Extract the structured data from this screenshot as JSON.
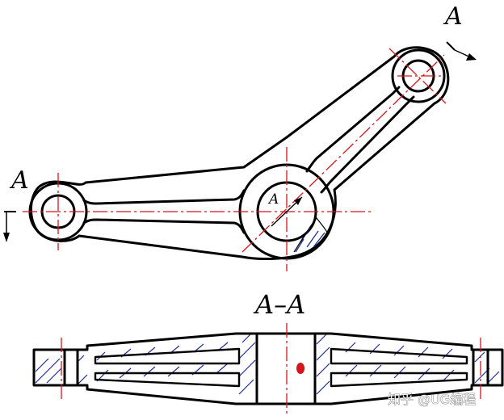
{
  "labels": {
    "section_mark": "A",
    "section_title": "A–A",
    "dim_mark": "A"
  },
  "watermark": "知乎 @UG编程",
  "colors": {
    "outline": "#000000",
    "centerline": "#d8141c",
    "hatch": "#1e2f9a",
    "background": "#ffffff"
  }
}
